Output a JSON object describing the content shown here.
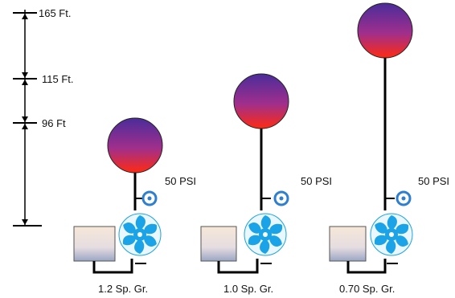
{
  "scale": {
    "labels": [
      {
        "id": "h165",
        "text": "165 Ft."
      },
      {
        "id": "h115",
        "text": "115 Ft."
      },
      {
        "id": "h96",
        "text": "96 Ft"
      }
    ]
  },
  "columns": [
    {
      "pressure": "50 PSI",
      "specific_gravity": "1.2  Sp. Gr.",
      "head_ft": 96
    },
    {
      "pressure": "50 PSI",
      "specific_gravity": "1.0  Sp. Gr.",
      "head_ft": 115
    },
    {
      "pressure": "50 PSI",
      "specific_gravity": "0.70  Sp. Gr.",
      "head_ft": 165
    }
  ],
  "colors": {
    "ball_top": "#4a2d9a",
    "ball_mid": "#a02f8c",
    "ball_bottom": "#ff2a12",
    "impeller": "#1aa3e6",
    "tank_top": "#f6e7d8",
    "tank_bottom": "#9aa6c4",
    "gauge": "#2f7fd0"
  }
}
